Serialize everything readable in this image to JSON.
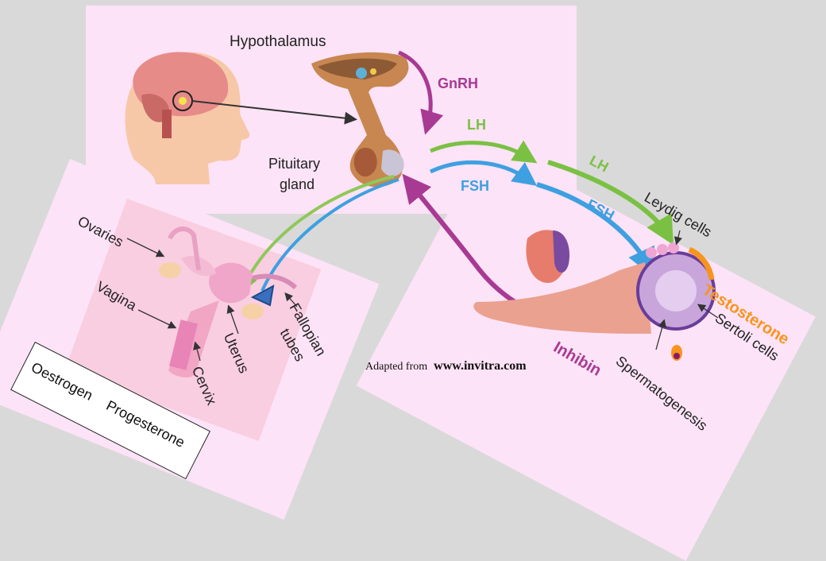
{
  "labels": {
    "hypothalamus": "Hypothalamus",
    "pituitary_1": "Pituitary",
    "pituitary_2": "gland",
    "ovaries": "Ovaries",
    "vagina": "Vagina",
    "uterus": "Uterus",
    "cervix": "Cervix",
    "fallopian_1": "Fallopian",
    "fallopian_2": "tubes",
    "leydig": "Leydig cells",
    "sertoli": "Sertoli cells",
    "spermatogenesis": "Spermatogenesis"
  },
  "hormones": {
    "gnrh": "GnRH",
    "lh_top": "LH",
    "fsh_top": "FSH",
    "lh_right": "LH",
    "fsh_right": "FSH",
    "testosterone": "Testosterone",
    "inhibin": "Inhibin"
  },
  "female_hormones_box": {
    "oestrogen": "Oestrogen",
    "progesterone": "Progesterone"
  },
  "credit": {
    "prefix": "Adapted from",
    "site": "www.invitra.com"
  },
  "colors": {
    "gnrh": "#a83a93",
    "lh": "#7ac143",
    "fsh": "#3ea0e0",
    "inhibin": "#a83a93",
    "testosterone": "#f7941d",
    "panel": "#fde3f7"
  }
}
